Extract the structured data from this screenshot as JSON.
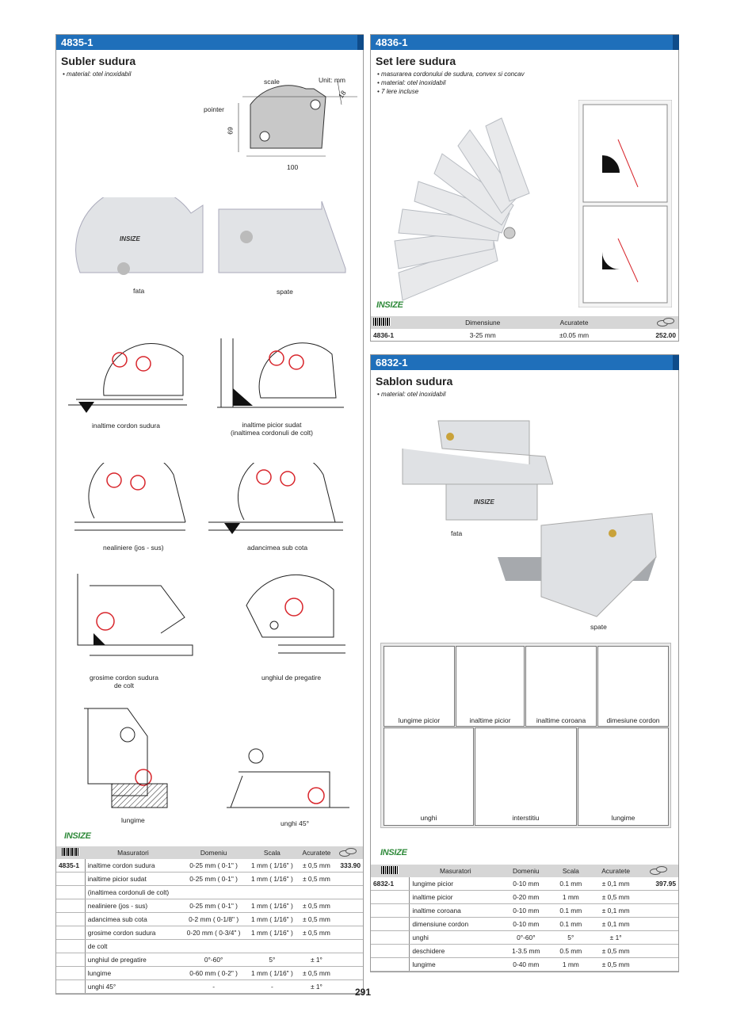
{
  "page_number": "291",
  "left": {
    "code": "4835-1",
    "title": "Subler sudura",
    "bullets": [
      "• material: otel inoxidabil"
    ],
    "dim": {
      "scale": "scale",
      "unit": "Unit: mm",
      "pointer": "pointer",
      "h": "69",
      "w": "100",
      "d": "18"
    },
    "photo_captions": {
      "front": "fata",
      "back": "spate"
    },
    "usage": [
      "inaltime cordon sudura",
      "inaltime picior sudat",
      "(inaltimea cordonuli de colt)",
      "nealiniere (jos - sus)",
      "adancimea sub cota",
      "grosime cordon sudura",
      "de colt",
      "unghiul de pregatire",
      "lungime",
      "unghi  45°"
    ],
    "brand": "INSIZE",
    "table": {
      "headers": [
        "Masuratori",
        "Domeniu",
        "Scala",
        "Acuratete"
      ],
      "code": "4835-1",
      "price": "333.90",
      "rows": [
        [
          "inaltime cordon sudura",
          "0-25 mm ( 0-1\" )",
          "1 mm ( 1/16\" )",
          "± 0,5 mm"
        ],
        [
          "inaltime picior sudat",
          "0-25 mm ( 0-1\" )",
          "1 mm ( 1/16\" )",
          "± 0,5 mm"
        ],
        [
          "(inaltimea cordonuli de colt)",
          "",
          "",
          ""
        ],
        [
          "nealiniere (jos - sus)",
          "0-25 mm ( 0-1\" )",
          "1 mm ( 1/16\" )",
          "± 0,5 mm"
        ],
        [
          "adancimea sub cota",
          "0-2 mm ( 0-1/8\" )",
          "1 mm ( 1/16\" )",
          "± 0,5 mm"
        ],
        [
          "grosime cordon sudura",
          "0-20 mm ( 0-3/4\" )",
          "1 mm ( 1/16\" )",
          "± 0,5 mm"
        ],
        [
          "de colt",
          "",
          "",
          ""
        ],
        [
          "unghiul de pregatire",
          "0°-60°",
          "5°",
          "± 1°"
        ],
        [
          "lungime",
          "0-60 mm ( 0-2\" )",
          "1 mm ( 1/16\" )",
          "± 0,5 mm"
        ],
        [
          "unghi  45°",
          "-",
          "-",
          "± 1°"
        ]
      ]
    }
  },
  "right_top": {
    "code": "4836-1",
    "title": "Set lere sudura",
    "bullets": [
      "• masurarea cordonului de sudura, convex si concav",
      "• material: otel inoxidabil",
      "• 7 lere incluse"
    ],
    "brand": "INSIZE",
    "table": {
      "headers": [
        "Dimensiune",
        "Acuratete"
      ],
      "code": "4836-1",
      "row": [
        "3-25 mm",
        "±0.05 mm"
      ],
      "price": "252.00"
    }
  },
  "right_bottom": {
    "code": "6832-1",
    "title": "Sablon sudura",
    "bullets": [
      "• material: otel inoxidabil"
    ],
    "photo_captions": {
      "front": "fata",
      "back": "spate"
    },
    "grid_labels": [
      "lungime picior",
      "inaltime picior",
      "inaltime coroana",
      "dimesiune cordon",
      "unghi",
      "interstitiu",
      "lungime"
    ],
    "brand": "INSIZE",
    "table": {
      "headers": [
        "Masuratori",
        "Domeniu",
        "Scala",
        "Acuratete"
      ],
      "code": "6832-1",
      "price": "397.95",
      "rows": [
        [
          "lungime picior",
          "0-10 mm",
          "0.1 mm",
          "± 0,1 mm"
        ],
        [
          "inaltime picior",
          "0-20 mm",
          "1 mm",
          "± 0,5 mm"
        ],
        [
          "inaltime coroana",
          "0-10 mm",
          "0.1 mm",
          "± 0,1 mm"
        ],
        [
          "dimensiune cordon",
          "0-10 mm",
          "0.1 mm",
          "± 0,1 mm"
        ],
        [
          "unghi",
          "0°-60°",
          "5°",
          "± 1°"
        ],
        [
          "deschidere",
          "1-3.5 mm",
          "0.5 mm",
          "± 0,5 mm"
        ],
        [
          "lungime",
          "0-40 mm",
          "1 mm",
          "± 0,5 mm"
        ]
      ]
    }
  },
  "colors": {
    "header_blue": "#1f6fba",
    "brand_green": "#2f8a3a",
    "mark_red": "#d8262c"
  }
}
